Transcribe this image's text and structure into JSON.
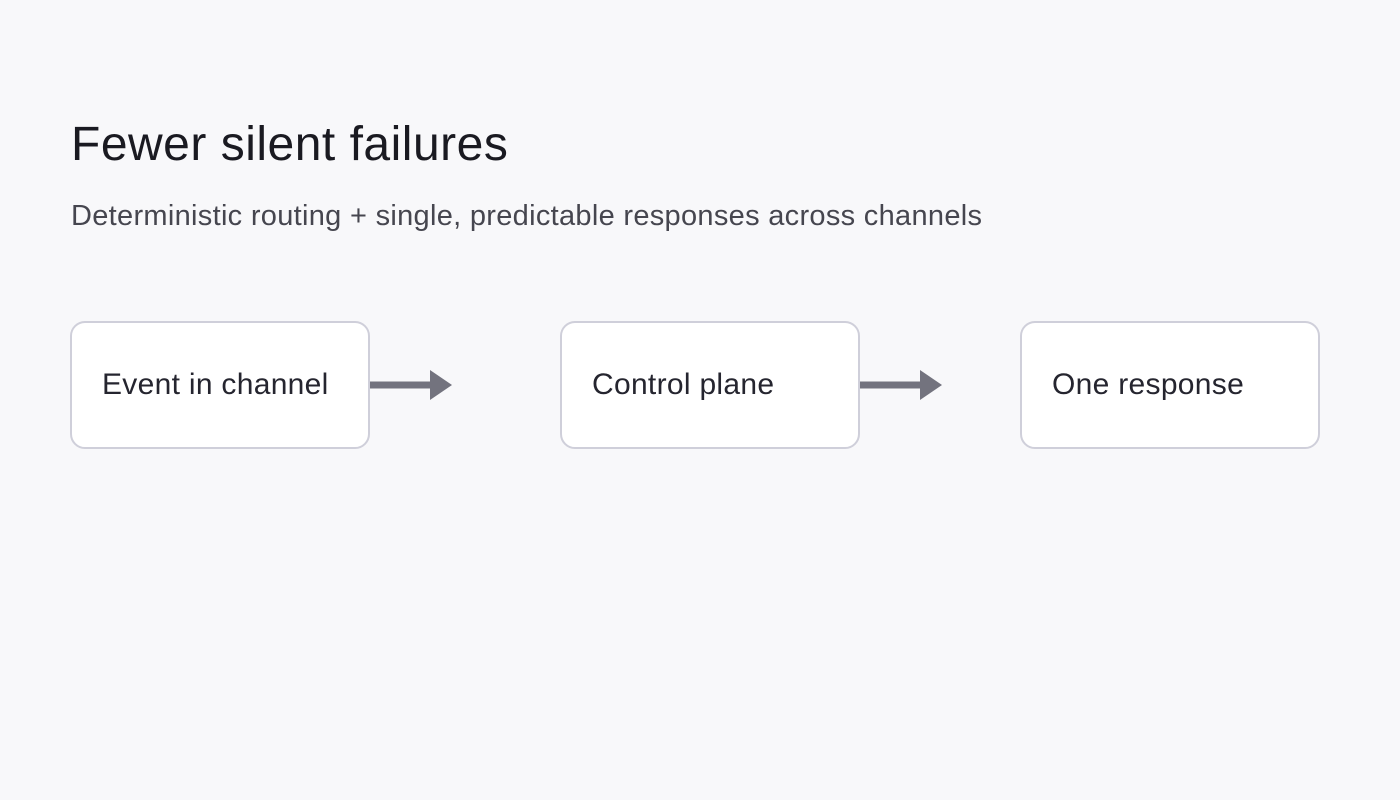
{
  "page": {
    "title": "Fewer silent failures",
    "subtitle": "Deterministic routing + single, predictable responses across channels",
    "background_color": "#f8f8fa"
  },
  "flow": {
    "nodes": [
      {
        "label": "Event in channel"
      },
      {
        "label": "Control plane"
      },
      {
        "label": "One response"
      }
    ],
    "arrow_color": "#73737e",
    "node_border_color": "#cfcfda",
    "node_fill_color": "#ffffff",
    "title_color": "#1a1a21",
    "subtitle_color": "#46464f",
    "node_text_color": "#25252f"
  }
}
